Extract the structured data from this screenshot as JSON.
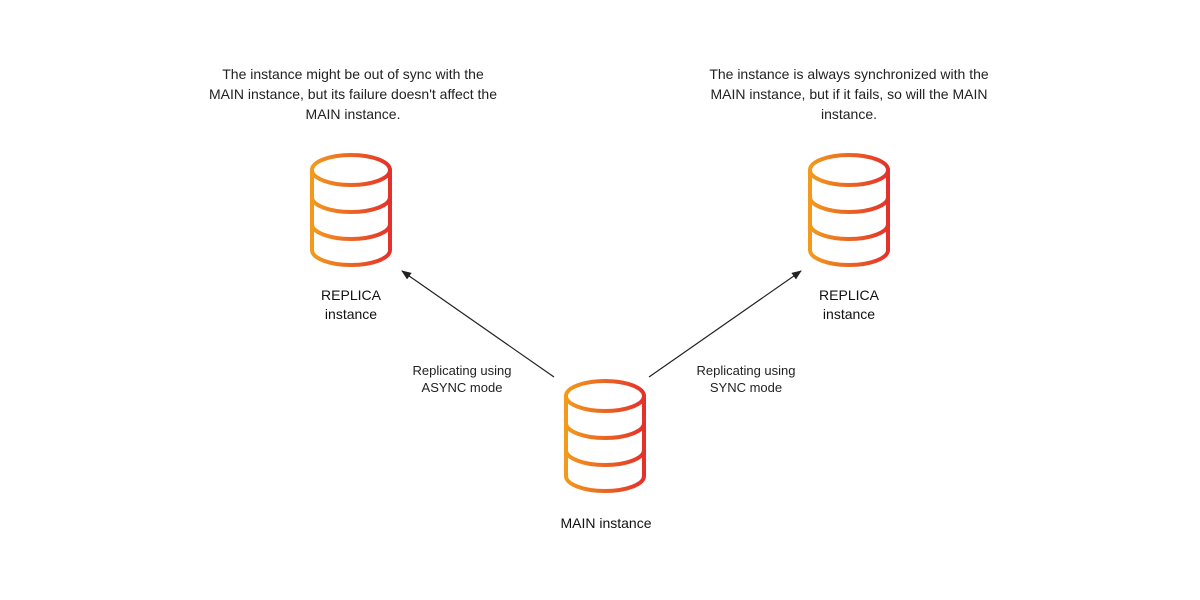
{
  "descriptions": {
    "left": "The instance might be out of sync with the MAIN instance, but its failure doesn't affect the MAIN instance.",
    "right": "The instance is always synchronized with the MAIN instance, but if it fails, so will the MAIN instance."
  },
  "nodes": {
    "replica_left": {
      "line1": "REPLICA",
      "line2": "instance"
    },
    "replica_right": {
      "line1": "REPLICA",
      "line2": "instance"
    },
    "main": {
      "label": "MAIN instance"
    }
  },
  "edges": {
    "async": {
      "line1": "Replicating using",
      "line2": "ASYNC mode"
    },
    "sync": {
      "line1": "Replicating using",
      "line2": "SYNC mode"
    }
  },
  "colors": {
    "icon_gradient_start": "#F39A1C",
    "icon_gradient_end": "#E4312B",
    "arrow": "#222222"
  }
}
